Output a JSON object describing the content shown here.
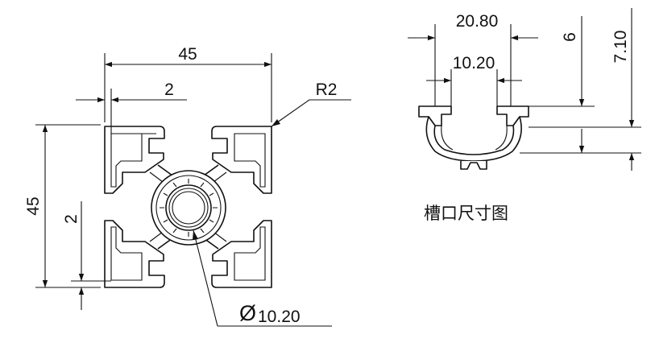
{
  "profile_view": {
    "width_dim": "45",
    "height_dim": "45",
    "slot_wall_top": "2",
    "slot_wall_left": "2",
    "corner_radius": "R2",
    "bore_symbol": "Ø",
    "bore_dim": "10.20"
  },
  "slot_view": {
    "slot_outer_width": "20.80",
    "slot_opening": "10.20",
    "depth_lip": "6",
    "depth_total": "7.10",
    "caption": "槽口尺寸图"
  },
  "colors": {
    "line": "#111111",
    "background": "#ffffff"
  }
}
